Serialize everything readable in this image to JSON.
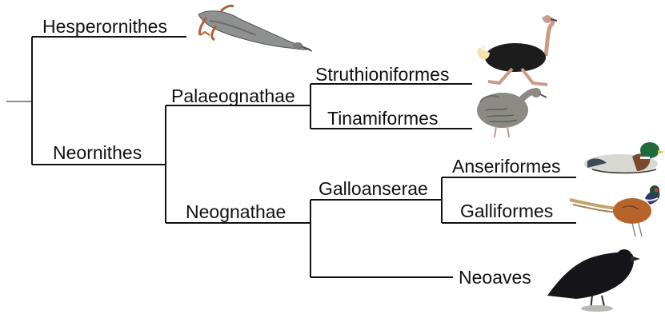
{
  "tree": {
    "root": "",
    "clades": {
      "hesperornithes": "Hesperornithes",
      "neornithes": "Neornithes",
      "palaeognathae": "Palaeognathae",
      "neognathae": "Neognathae",
      "struthioniformes": "Struthioniformes",
      "tinamiformes": "Tinamiformes",
      "galloanserae": "Galloanserae",
      "anseriformes": "Anseriformes",
      "galliformes": "Galliformes",
      "neoaves": "Neoaves"
    }
  },
  "illustrations": {
    "hesperornis": "hesperornis-illustration",
    "ostrich": "ostrich-illustration",
    "tinamou": "tinamou-illustration",
    "duck": "mallard-duck-illustration",
    "pheasant": "pheasant-illustration",
    "crow": "crow-illustration"
  },
  "colors": {
    "branch": "#111111",
    "root_stub": "#666666"
  }
}
